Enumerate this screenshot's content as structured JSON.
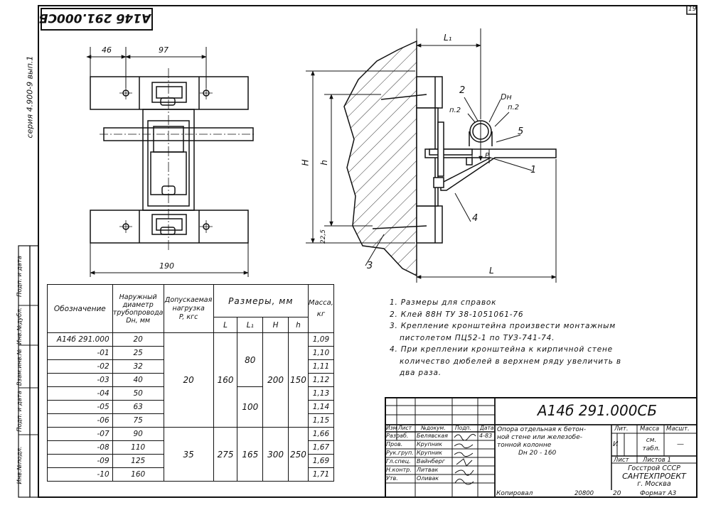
{
  "page_number": "19",
  "stamp_code": "А14б 291.000СБ",
  "series_label": "серия 4.900-9 вып.1",
  "side_strip": [
    "Инв.№подл.",
    "Подп. и дата",
    "Взам.инв.№",
    "Инв.№дубл.",
    "Подп. и дата"
  ],
  "dims": {
    "left_46": "46",
    "left_97": "97",
    "left_190": "190",
    "L1": "L₁",
    "H": "H",
    "h": "h",
    "d22": "22,5",
    "L": "L",
    "Dn": "Dн",
    "p2a": "п.2",
    "p2b": "п.2",
    "P": "P"
  },
  "callouts": [
    "1",
    "2",
    "3",
    "4",
    "5"
  ],
  "table": {
    "headers": {
      "oboz": "Обозначение",
      "diam": [
        "Наружный",
        "диаметр",
        "трубопровода",
        "Dн, мм"
      ],
      "load": [
        "Допускаемая",
        "нагрузка",
        "P, кгс"
      ],
      "razm": "Размеры, мм",
      "L": "L",
      "L1": "L₁",
      "H": "H",
      "h": "h",
      "mass": [
        "Масса,",
        "кг"
      ]
    },
    "rows": [
      {
        "oboz": "А14б 291.000",
        "d": "20",
        "m": "1,09"
      },
      {
        "oboz": "-01",
        "d": "25",
        "m": "1,10"
      },
      {
        "oboz": "-02",
        "d": "32",
        "m": "1,11"
      },
      {
        "oboz": "-03",
        "d": "40",
        "m": "1,12"
      },
      {
        "oboz": "-04",
        "d": "50",
        "m": "1,13"
      },
      {
        "oboz": "-05",
        "d": "63",
        "m": "1,14"
      },
      {
        "oboz": "-06",
        "d": "75",
        "m": "1,15"
      },
      {
        "oboz": "-07",
        "d": "90",
        "m": "1,66"
      },
      {
        "oboz": "-08",
        "d": "110",
        "m": "1,67"
      },
      {
        "oboz": "-09",
        "d": "125",
        "m": "1,69"
      },
      {
        "oboz": "-10",
        "d": "160",
        "m": "1,71"
      }
    ],
    "group1": {
      "P": "20",
      "L": "160",
      "L1a": "80",
      "L1b": "100",
      "H": "200",
      "h": "150"
    },
    "group2": {
      "P": "35",
      "L": "275",
      "L1": "165",
      "H": "300",
      "h": "250"
    }
  },
  "notes": [
    "1. Размеры для справок",
    "2. Клей 88Н ТУ 38-1051061-76",
    "3. Крепление кронштейна произвести монтажным",
    "пистолетом ПЦ52-1 по ТУЗ-741-74.",
    "4. При креплении кронштейна к кирпичной стене",
    "количество дюбелей в верхнем ряду увеличить в",
    "два раза."
  ],
  "title_block": {
    "code": "А14б 291.000СБ",
    "name": [
      "Опора отдельная к бетон-",
      "ной стене или железобе-",
      "тонной колонне",
      "Dн 20 - 160"
    ],
    "col_lit": "Лит.",
    "col_mass": "Масса",
    "col_scale": "Масшт.",
    "lit_val": "И",
    "mass_val": "см. табл.",
    "scale_val": "—",
    "list": "Лист",
    "lists": "Листов 1",
    "org": [
      "Госстрой СССР",
      "САНТЕХПРОЕКТ",
      "г. Москва"
    ],
    "head_labels": [
      "Изм",
      "Лист",
      "№докум.",
      "Подп.",
      "Дата"
    ],
    "roles": [
      {
        "role": "Разраб.",
        "name": "Белявская",
        "date": "4-83"
      },
      {
        "role": "Пров.",
        "name": "Крупник",
        "date": ""
      },
      {
        "role": "Рук.груп.",
        "name": "Крупник",
        "date": ""
      },
      {
        "role": "Гл.спец.",
        "name": "Вайнберг",
        "date": ""
      },
      {
        "role": "Н.контр.",
        "name": "Литвак",
        "date": ""
      },
      {
        "role": "Утв.",
        "name": "Оливак",
        "date": ""
      }
    ]
  },
  "footer": {
    "copied": "Копировал",
    "num": "20800",
    "sheet": "20",
    "format": "Формат А3"
  }
}
